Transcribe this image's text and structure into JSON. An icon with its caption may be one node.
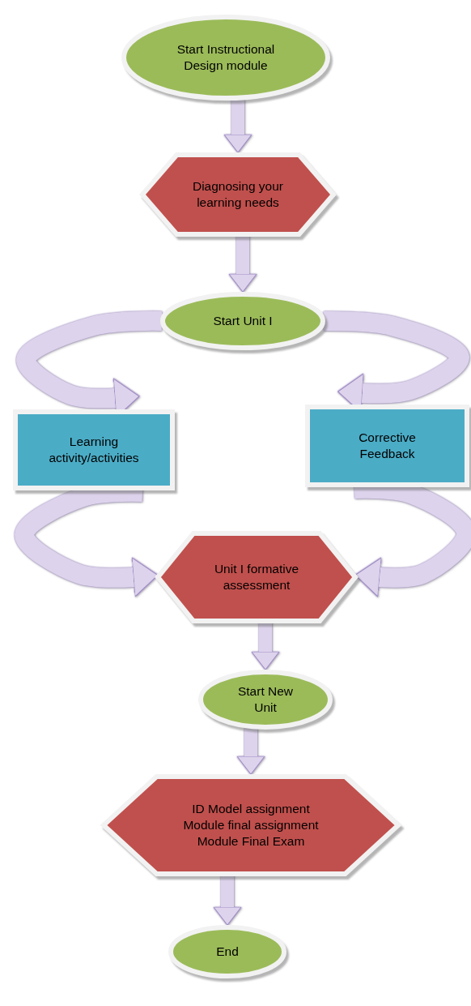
{
  "diagram": {
    "nodes": [
      {
        "text": [
          "Start Instructional Design module"
        ]
      },
      {
        "text": [
          "Diagnosing your learning needs"
        ]
      },
      {
        "text": [
          "Start Unit I"
        ]
      },
      {
        "text": [
          "Learning activity/activities"
        ]
      },
      {
        "text": [
          "Corrective Feedback"
        ]
      },
      {
        "text": [
          "Unit I formative assessment"
        ]
      },
      {
        "text": [
          "Start New Unit"
        ]
      },
      {
        "text": [
          "ID Model assignment Module final assignment Module Final Exam"
        ]
      },
      {
        "text": [
          "End"
        ]
      }
    ],
    "edges": [
      {
        "from": 0,
        "to": 1,
        "arrow": "to"
      },
      {
        "from": 1,
        "to": 2,
        "arrow": "to"
      },
      {
        "from": 2,
        "to": 3,
        "arrow": "to"
      },
      {
        "from": 2,
        "to": 4,
        "arrow": "to"
      },
      {
        "from": 3,
        "to": 5,
        "arrow": "to"
      },
      {
        "from": 4,
        "to": 5,
        "arrow": "to"
      },
      {
        "from": 5,
        "to": 6,
        "arrow": "to"
      },
      {
        "from": 6,
        "to": 7,
        "arrow": "to"
      },
      {
        "from": 7,
        "to": 8,
        "arrow": "to"
      }
    ]
  }
}
